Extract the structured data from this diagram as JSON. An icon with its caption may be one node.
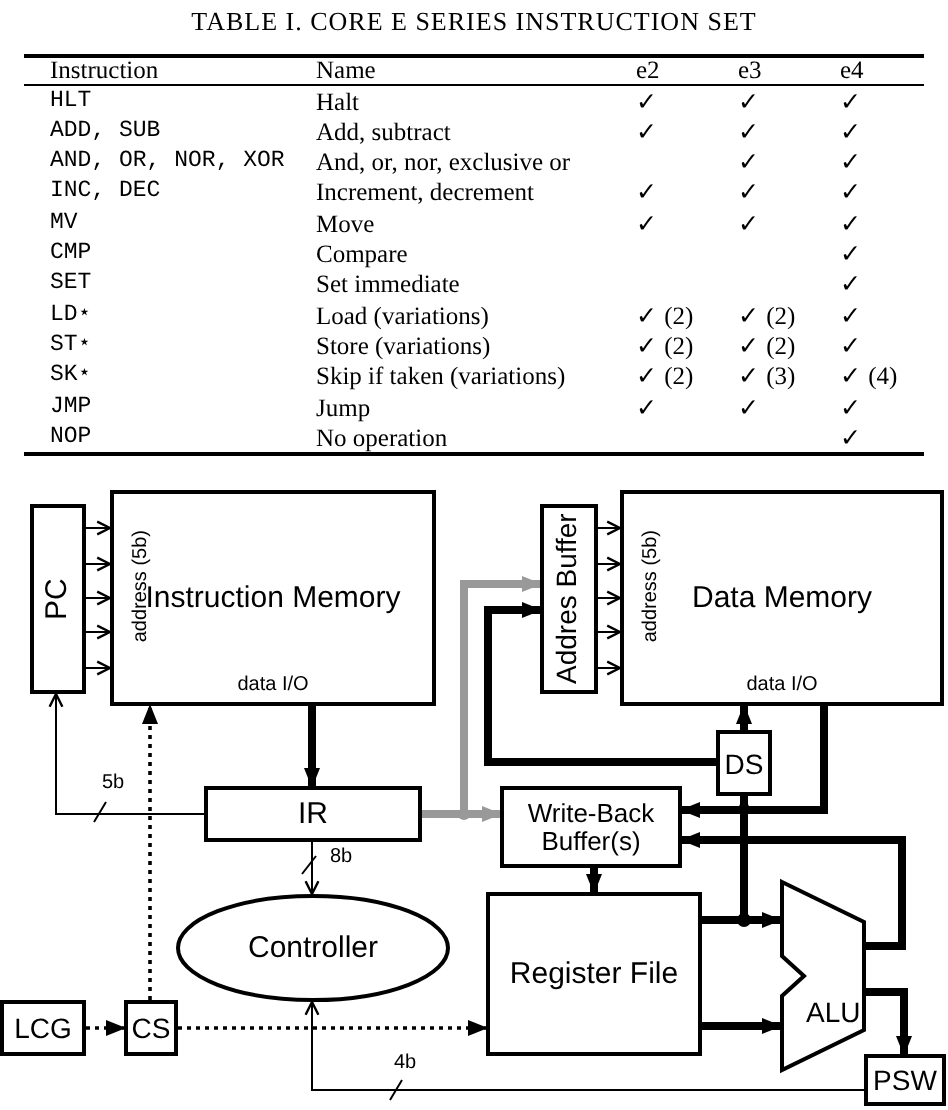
{
  "diagram": {
    "title": "TABLE I. CORE E SERIES INSTRUCTION SET",
    "nodes": [
      {
        "text": [
          "PC"
        ]
      },
      {
        "text": [
          "Instruction Memory",
          "address (5b)",
          "data I/O"
        ]
      },
      {
        "text": [
          "Addres Buffer"
        ]
      },
      {
        "text": [
          "Data Memory",
          "address (5b)",
          "data I/O"
        ]
      },
      {
        "text": [
          "DS"
        ]
      },
      {
        "text": [
          "IR"
        ]
      },
      {
        "text": [
          "Write-Back Buffer(s)"
        ]
      },
      {
        "text": [
          "Controller"
        ]
      },
      {
        "text": [
          "Register File"
        ]
      },
      {
        "text": [
          "ALU"
        ]
      },
      {
        "text": [
          "LCG"
        ]
      },
      {
        "text": [
          "CS"
        ]
      },
      {
        "text": [
          "PSW"
        ]
      }
    ],
    "edges": [
      {
        "from": 0,
        "to": 1,
        "arrow": "to"
      },
      {
        "from": 0,
        "to": 1,
        "arrow": "to"
      },
      {
        "from": 0,
        "to": 1,
        "arrow": "to"
      },
      {
        "from": 0,
        "to": 1,
        "arrow": "to"
      },
      {
        "from": 0,
        "to": 1,
        "arrow": "to"
      },
      {
        "from": 2,
        "to": 3,
        "arrow": "to"
      },
      {
        "from": 2,
        "to": 3,
        "arrow": "to"
      },
      {
        "from": 2,
        "to": 3,
        "arrow": "to"
      },
      {
        "from": 2,
        "to": 3,
        "arrow": "to"
      },
      {
        "from": 2,
        "to": 3,
        "arrow": "to"
      },
      {
        "from": 1,
        "to": 5,
        "arrow": "to",
        "style": "thick"
      },
      {
        "from": 5,
        "to": 0,
        "arrow": "to",
        "label": "5b"
      },
      {
        "from": 11,
        "to": 1,
        "arrow": "to",
        "style": "dashed"
      },
      {
        "from": 5,
        "to": 2,
        "arrow": "to",
        "color": "#999999",
        "style": "thick"
      },
      {
        "from": 5,
        "to": 6,
        "arrow": "to",
        "color": "#999999",
        "style": "thick"
      },
      {
        "from": 5,
        "to": 7,
        "arrow": "to",
        "label": "8b"
      },
      {
        "from": 4,
        "to": 2,
        "arrow": "to",
        "style": "thick"
      },
      {
        "from": 4,
        "to": 3,
        "arrow": "to",
        "style": "thick"
      },
      {
        "from": 3,
        "to": 6,
        "arrow": "to",
        "style": "thick"
      },
      {
        "from": 8,
        "to": 9,
        "arrow": "to",
        "style": "thick"
      },
      {
        "from": 8,
        "to": 4,
        "arrow": "to",
        "style": "thick"
      },
      {
        "from": 8,
        "to": 9,
        "arrow": "to",
        "style": "thick"
      },
      {
        "from": 9,
        "to": 6,
        "arrow": "to",
        "style": "thick"
      },
      {
        "from": 9,
        "to": 12,
        "arrow": "to",
        "style": "thick"
      },
      {
        "from": 6,
        "to": 8,
        "arrow": "to",
        "style": "thick"
      },
      {
        "from": 10,
        "to": 11,
        "arrow": "to",
        "style": "dashed"
      },
      {
        "from": 11,
        "to": 8,
        "arrow": "to",
        "style": "dashed"
      },
      {
        "from": 12,
        "to": 7,
        "arrow": "to",
        "label": "4b"
      }
    ],
    "labels": [
      "Instruction",
      "Name",
      "e2",
      "e3",
      "e4",
      "HLT",
      "Halt",
      "✓",
      "✓",
      "✓",
      "ADD, SUB",
      "Add, subtract",
      "✓",
      "✓",
      "✓",
      "AND, OR, NOR, XOR",
      "And, or, nor, exclusive or",
      "✓",
      "✓",
      "INC, DEC",
      "Increment, decrement",
      "✓",
      "✓",
      "✓",
      "MV",
      "Move",
      "✓",
      "✓",
      "✓",
      "CMP",
      "Compare",
      "✓",
      "SET",
      "Set immediate",
      "✓",
      "LD⋆",
      "Load (variations)",
      "✓ (2)",
      "✓ (2)",
      "✓",
      "ST⋆",
      "Store (variations)",
      "✓ (2)",
      "✓ (2)",
      "✓",
      "SK⋆",
      "Skip if taken (variations)",
      "✓ (2)",
      "✓ (3)",
      "✓ (4)",
      "JMP",
      "Jump",
      "✓",
      "✓",
      "✓",
      "NOP",
      "No operation",
      "✓"
    ]
  }
}
